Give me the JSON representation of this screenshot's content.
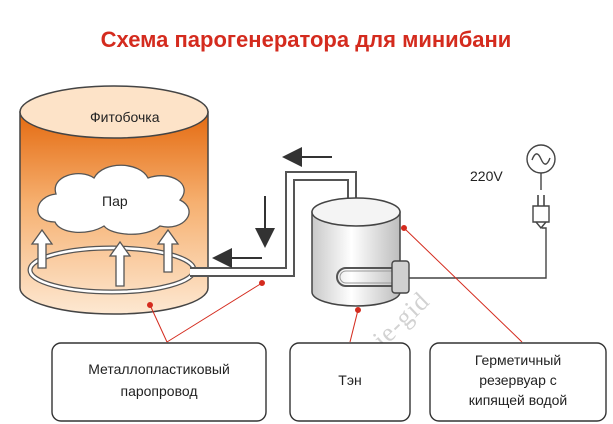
{
  "title": "Схема парогенератора для минибани",
  "colors": {
    "title": "#d42b1e",
    "barrel_dark": "#e8701a",
    "barrel_light": "#fde6cc",
    "leader": "#d42b1e",
    "outline": "#333333"
  },
  "barrel": {
    "label": "Фитобочка"
  },
  "cloud": {
    "label": "Пар"
  },
  "power": {
    "label": "220V"
  },
  "callouts": [
    {
      "id": "pipe",
      "lines": [
        "Металлопластиковый",
        "паропровод"
      ]
    },
    {
      "id": "heater",
      "lines": [
        "Тэн"
      ]
    },
    {
      "id": "tank",
      "lines": [
        "Герметичный",
        "резервуар с",
        "кипящей водой"
      ]
    }
  ],
  "watermark": "otoplenie-gid"
}
